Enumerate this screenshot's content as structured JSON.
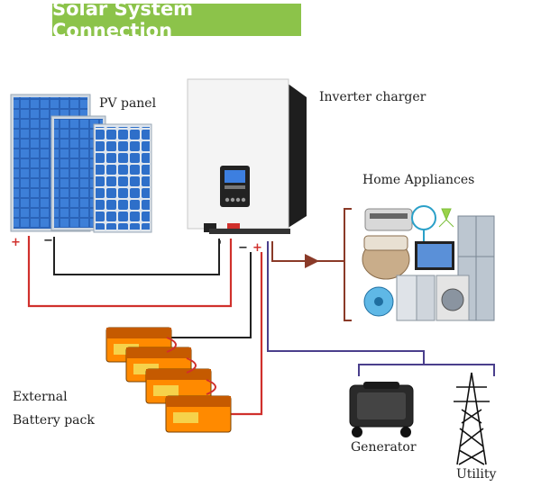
{
  "title": "Solar System Connection",
  "labels": {
    "pv_panel": "PV panel",
    "inverter": "Inverter charger",
    "home_appliances": "Home Appliances",
    "battery_line1": "External",
    "battery_line2": "Battery pack",
    "generator": "Generator",
    "utility": "Utility"
  },
  "polarity": {
    "pv_plus": "+",
    "pv_minus": "−",
    "inv_left": "'",
    "inv_minus": "−",
    "inv_plus": "+"
  },
  "colors": {
    "title_bg": "#8cc34a",
    "positive_wire": "#d0302c",
    "negative_wire": "#222222",
    "ac_out_wire": "#8a3a28",
    "ac_in_wire": "#4a3f8c",
    "panel_blue": "#2e6fc9"
  }
}
